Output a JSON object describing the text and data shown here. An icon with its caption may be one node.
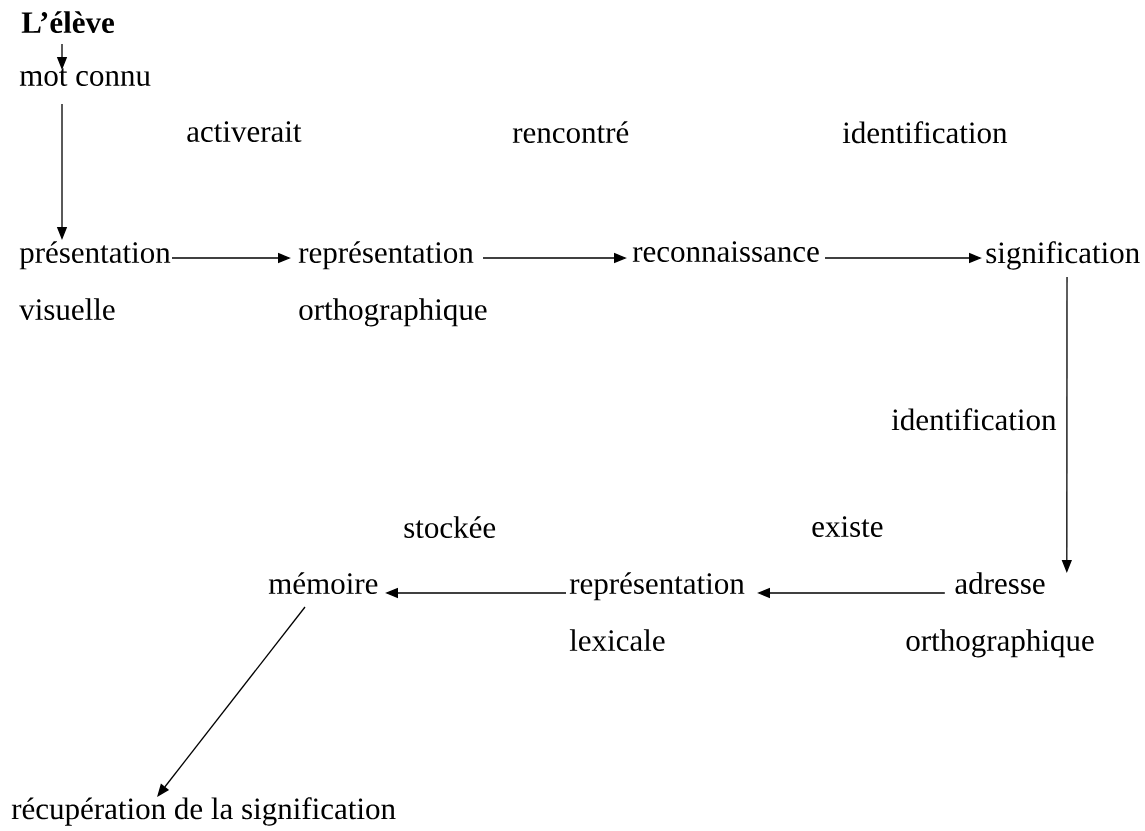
{
  "diagram": {
    "nodes": [
      {
        "text": [
          "L’élève"
        ]
      },
      {
        "text": [
          "mot connu"
        ]
      },
      {
        "text": [
          "présentation visuelle"
        ]
      },
      {
        "text": [
          "représentation orthographique"
        ]
      },
      {
        "text": [
          "reconnaissance"
        ]
      },
      {
        "text": [
          "signification"
        ]
      },
      {
        "text": [
          "adresse orthographique"
        ]
      },
      {
        "text": [
          "représentation lexicale"
        ]
      },
      {
        "text": [
          "mémoire"
        ]
      },
      {
        "text": [
          "récupération de la signification"
        ]
      }
    ],
    "edges": [
      {
        "from": 0,
        "to": 1,
        "arrow": "to"
      },
      {
        "from": 1,
        "to": 2,
        "arrow": "to"
      },
      {
        "from": 2,
        "to": 3,
        "arrow": "to"
      },
      {
        "from": 3,
        "to": 4,
        "arrow": "to"
      },
      {
        "from": 4,
        "to": 5,
        "arrow": "to"
      },
      {
        "from": 5,
        "to": 6,
        "arrow": "to"
      },
      {
        "from": 6,
        "to": 7,
        "arrow": "to"
      },
      {
        "from": 7,
        "to": 8,
        "arrow": "to"
      },
      {
        "from": 8,
        "to": 9,
        "arrow": "to"
      }
    ],
    "labels": [
      "activerait",
      "rencontré",
      "identification",
      "identification",
      "stockée",
      "existe"
    ]
  }
}
